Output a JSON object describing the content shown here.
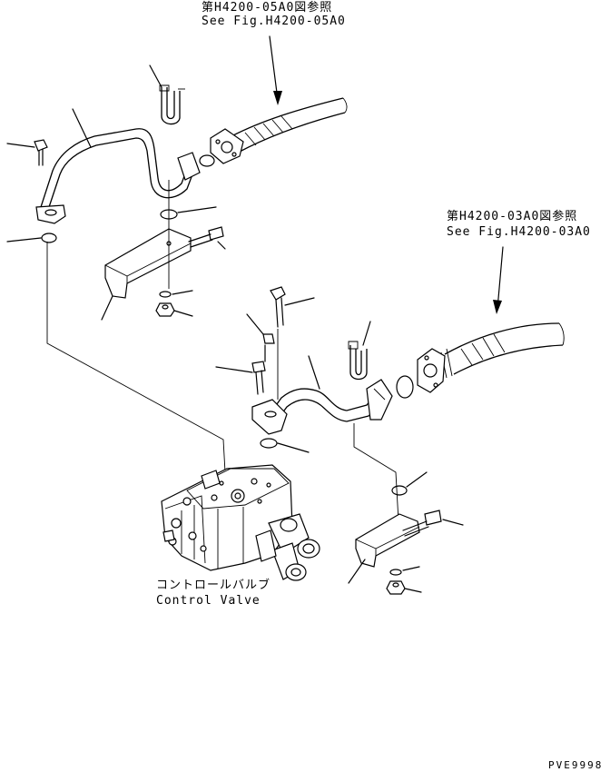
{
  "references": {
    "top": {
      "ja": "第H4200-05A0図参照",
      "en": "See Fig.H4200-05A0"
    },
    "right": {
      "ja": "第H4200-03A0図参照",
      "en": "See Fig.H4200-03A0"
    }
  },
  "control_valve": {
    "ja": "コントロールバルブ",
    "en": "Control Valve"
  },
  "drawing_code": "PVE9998"
}
